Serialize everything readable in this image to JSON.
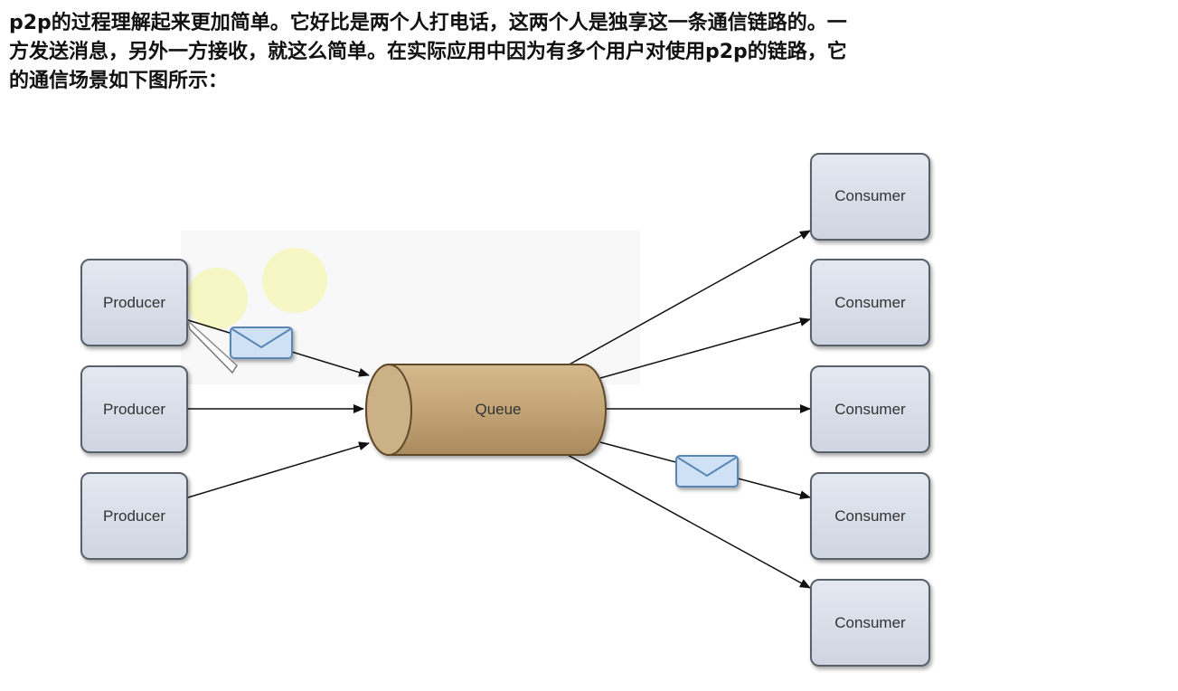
{
  "intro": {
    "lines": [
      "p2p的过程理解起来更加简单。它好比是两个人打电话，这两个人是独享这一条通信链路的。一",
      "方发送消息，另外一方接收，就这么简单。在实际应用中因为有多个用户对使用p2p的链路，它",
      "的通信场景如下图所示："
    ]
  },
  "diagram": {
    "producers": [
      "Producer",
      "Producer",
      "Producer"
    ],
    "queue": "Queue",
    "consumers": [
      "Consumer",
      "Consumer",
      "Consumer",
      "Consumer",
      "Consumer"
    ],
    "colors": {
      "box_fill": "#d8dfe9",
      "box_stroke": "#59606a",
      "queue_fill": "#c6a97c",
      "queue_stroke": "#5e4a2b",
      "envelope_fill": "#cfe2f5",
      "envelope_stroke": "#5a86b4",
      "arrow": "#111111"
    }
  }
}
